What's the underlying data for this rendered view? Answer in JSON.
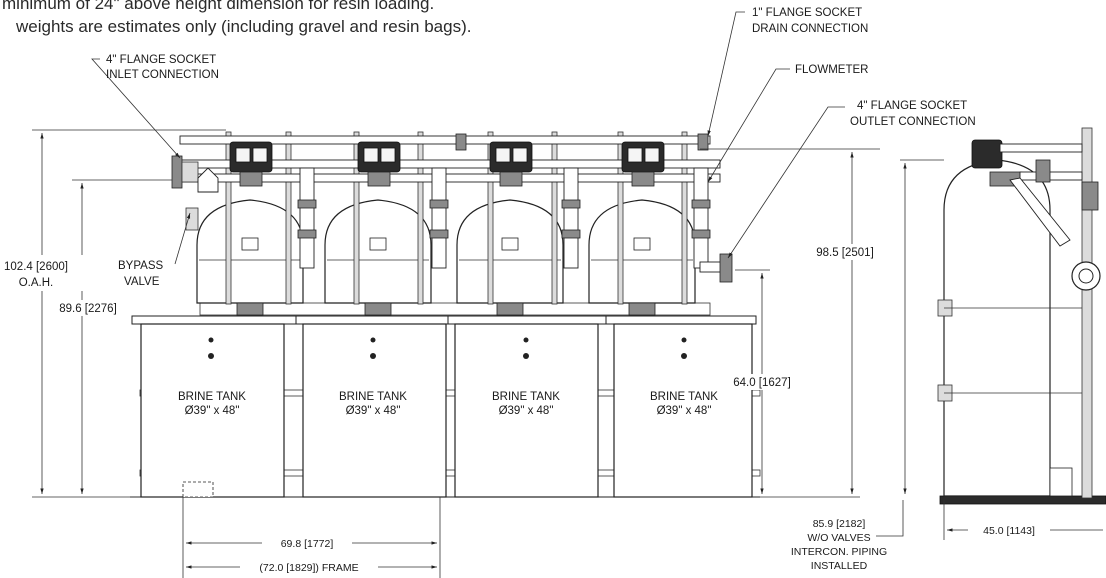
{
  "notes": [
    "minimum of 24\" above height dimension for resin loading.",
    "weights are estimates only (including gravel and resin bags)."
  ],
  "callouts": {
    "inlet": [
      "4\" FLANGE SOCKET",
      "INLET CONNECTION"
    ],
    "drain": [
      "1\" FLANGE SOCKET",
      "DRAIN CONNECTION"
    ],
    "flowmeter": "FLOWMETER",
    "outlet": [
      "4\" FLANGE  SOCKET",
      "OUTLET CONNECTION"
    ],
    "bypass": [
      "BYPASS",
      "VALVE"
    ]
  },
  "dimensions": {
    "oah": [
      "102.4 [2600]",
      "O.A.H."
    ],
    "height_89": "89.6 [2276]",
    "height_98": "98.5 [2501]",
    "height_64": "64.0 [1627]",
    "width_69": "69.8 [1772]",
    "frame": "(72.0 [1829]) FRAME",
    "side_85": [
      "85.9 [2182]",
      "W/O VALVES",
      "INTERCON. PIPING",
      "INSTALLED"
    ],
    "side_45": "45.0 [1143]"
  },
  "brine_tanks": [
    {
      "name": "BRINE TANK",
      "size": "Ø39\" x 48\""
    },
    {
      "name": "BRINE TANK",
      "size": "Ø39\" x 48\""
    },
    {
      "name": "BRINE TANK",
      "size": "Ø39\" x 48\""
    },
    {
      "name": "BRINE TANK",
      "size": "Ø39\" x 48\""
    }
  ]
}
